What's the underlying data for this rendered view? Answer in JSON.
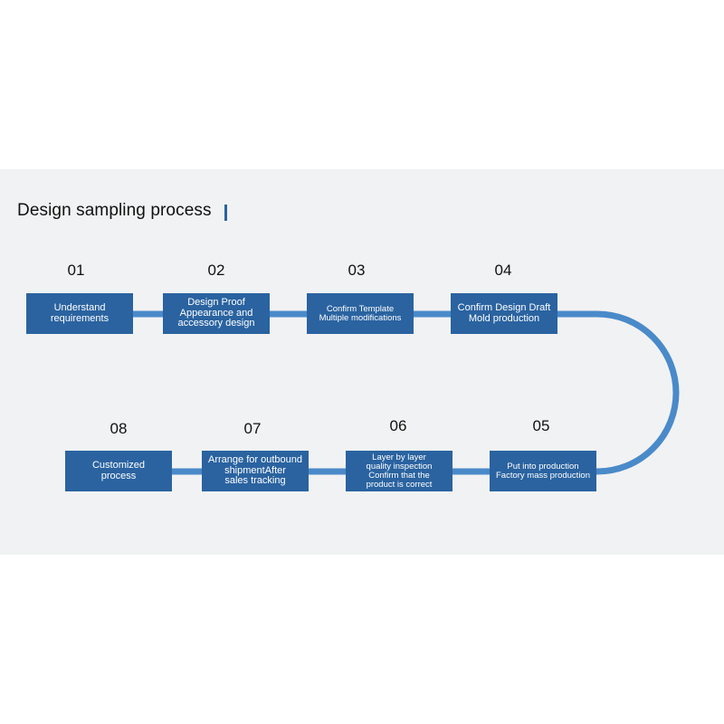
{
  "title": "Design sampling process",
  "colors": {
    "box_fill": "#2a63a0",
    "connector": "#4a8ac9",
    "title_bar": "#2a63a0",
    "panel_background": "#f1f2f3"
  },
  "steps": [
    {
      "number": "01",
      "lines": [
        "Understand",
        "requirements"
      ]
    },
    {
      "number": "02",
      "lines": [
        "Design Proof",
        "Appearance and",
        "accessory design"
      ]
    },
    {
      "number": "03",
      "lines": [
        "Confirm Template",
        "Multiple modifications"
      ]
    },
    {
      "number": "04",
      "lines": [
        "Confirm Design Draft",
        "Mold production"
      ]
    },
    {
      "number": "05",
      "lines": [
        "Put into production",
        "Factory mass production"
      ]
    },
    {
      "number": "06",
      "lines": [
        "Layer by layer",
        "quality inspection",
        "Confirm that the",
        "product is correct"
      ]
    },
    {
      "number": "07",
      "lines": [
        "Arrange for outbound",
        "shipmentAfter",
        "sales tracking"
      ]
    },
    {
      "number": "08",
      "lines": [
        "Customized",
        "process"
      ]
    }
  ]
}
